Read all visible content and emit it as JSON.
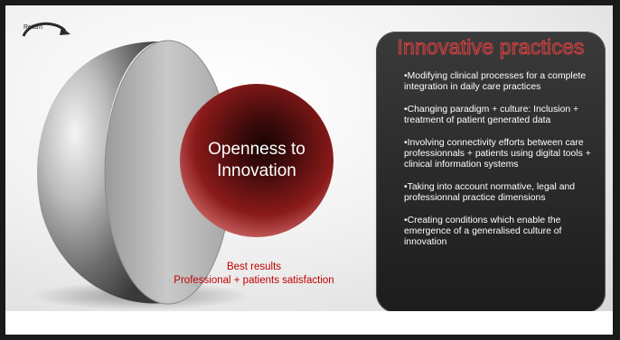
{
  "nav": {
    "return_label": "Return"
  },
  "sphere": {
    "line1": "Openness to",
    "line2": "Innovation"
  },
  "results": {
    "line1": "Best results",
    "line2": "Professional + patients satisfaction"
  },
  "panel": {
    "title": "Innovative practices",
    "bullets": [
      "•Modifying clinical processes for a complete integration in daily care practices",
      "•Changing paradigm + culture: Inclusion + treatment of patient generated data",
      "•Involving connectivity efforts between care professionnals + patients using digital tools + clinical information systems",
      "•Taking into account normative, legal and professionnal practice dimensions",
      "•Creating conditions which enable the emergence of a generalised culture of innovation"
    ]
  },
  "colors": {
    "accent_red": "#c00000",
    "panel_dark": "#2a2a2a",
    "sphere_red": "#7a1010"
  }
}
